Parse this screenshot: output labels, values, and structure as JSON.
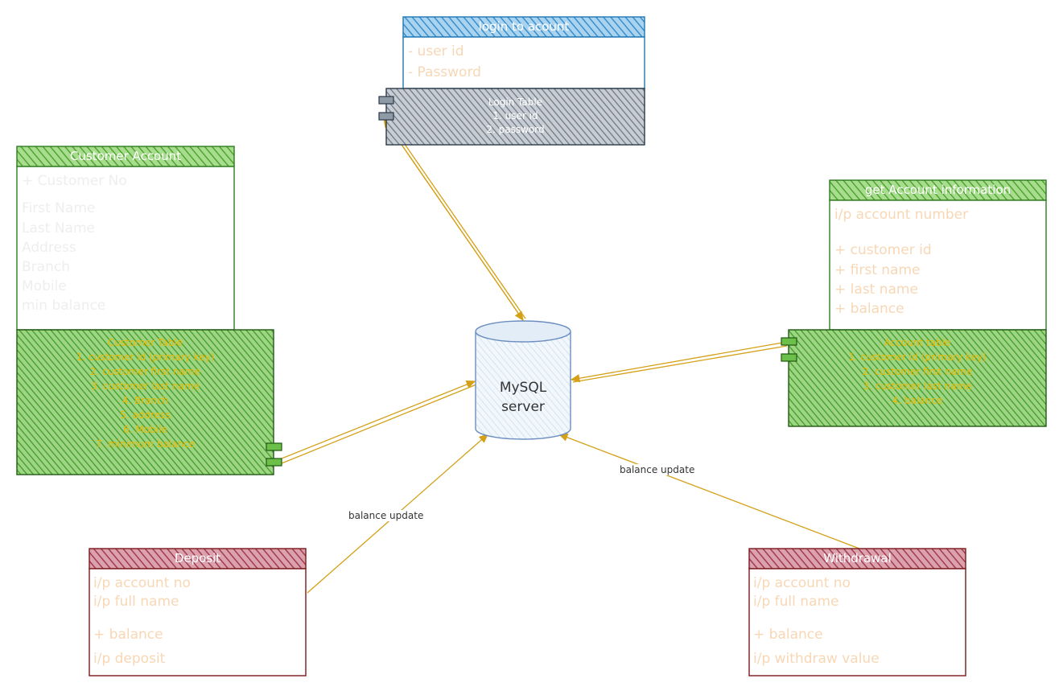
{
  "colors": {
    "blue_stroke": "#1f78b4",
    "blue_fill": "#5aa9d6",
    "gray_fill": "#8e9aa6",
    "gray_stroke": "#2b3a4a",
    "green_stroke": "#2d7a1f",
    "green_fill": "#6cc04a",
    "red_stroke": "#7a1a1a",
    "red_fill": "#b2475e",
    "arrow": "#d4a017",
    "db_fill": "#dbe8f5",
    "db_stroke": "#6c8ebf"
  },
  "login": {
    "title": "login to acount",
    "fields": [
      "- user id",
      "- Password"
    ],
    "table_lines": [
      "Login Table",
      "1. user id",
      "2. password"
    ]
  },
  "customer": {
    "title": "Customer Account",
    "fields": [
      "+ Customer No",
      "First Name",
      "Last Name",
      "Address",
      "Branch",
      "Mobile",
      "min balance"
    ],
    "table_lines": [
      "Customer Table",
      "1. customer id (primary key)",
      "2. customer first name",
      "3. customer last name",
      "4. Branch",
      "5. address",
      "6. Mobile",
      "7. minimum balance"
    ]
  },
  "account": {
    "title": "get Account information",
    "fields": [
      "i/p account number",
      "+ customer id",
      "+ first name",
      "+ last name",
      "+ balance"
    ],
    "table_lines": [
      "Account table",
      "1. customer id (primary key)",
      "2. customer first name",
      "3. customer last name",
      "4. balance"
    ]
  },
  "database": {
    "line1": "MySQL",
    "line2": "server"
  },
  "deposit": {
    "title": "Deposit",
    "fields": [
      "i/p account no",
      "i/p full name",
      "+ balance",
      "i/p deposit"
    ]
  },
  "withdrawal": {
    "title": "Withdrawal",
    "fields": [
      "i/p account no",
      "i/p full name",
      "+ balance",
      "i/p withdraw value"
    ]
  },
  "edges": {
    "deposit_label": "balance update",
    "withdraw_label": "balance update"
  }
}
